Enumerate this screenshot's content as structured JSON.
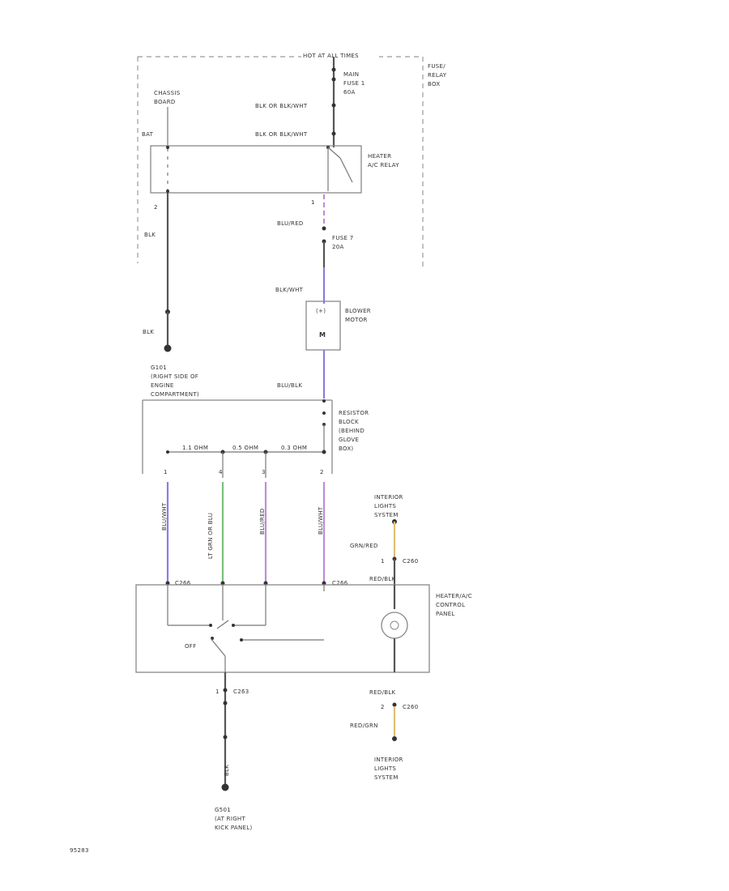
{
  "top": {
    "header": "HOT AT ALL TIMES",
    "fuse_relay_box": [
      "FUSE/",
      "RELAY",
      "BOX"
    ],
    "main_fuse": [
      "MAIN",
      "FUSE 1",
      "60A"
    ],
    "cowl_box_label": [
      "CHASSIS",
      "BOARD"
    ],
    "wire_blk_brown_1": "BLK OR BLK/WHT",
    "wire_blk_brown_2": "BLK OR BLK/WHT",
    "pin_bat": "BAT",
    "heater_relay": [
      "HEATER",
      "A/C RELAY"
    ],
    "pin_relay_left": "2",
    "pin_relay_right": "1",
    "wire_blk": "BLK",
    "wire_blu_red": "BLU/RED",
    "fuse_7": [
      "FUSE 7",
      "20A"
    ],
    "wire_blk_wht": "BLK/WHT",
    "blower_motor": [
      "BLOWER",
      "MOTOR"
    ],
    "blower_m": "M",
    "ground_g101": "BLK",
    "g101_label": [
      "G101",
      "(RIGHT SIDE OF",
      "ENGINE",
      "COMPARTMENT)"
    ],
    "wire_blu_blk": "BLU/BLK",
    "resistor_block": [
      "RESISTOR",
      "BLOCK",
      "(BEHIND",
      "GLOVE",
      "BOX)"
    ],
    "res_1": "1.1 OHM",
    "res_2": "0.5 OHM",
    "res_3": "0.3 OHM"
  },
  "mid": {
    "pin_a": "1",
    "pin_b": "4",
    "pin_c": "3",
    "pin_d": "2",
    "wire_a": "BLU/WHT",
    "wire_b": "LT GRN OR BLU",
    "wire_c": "BLU/RED",
    "wire_d": "BLU/WHT",
    "conn_left": "C266",
    "conn_right": "C266",
    "interior_lights_top": [
      "INTERIOR",
      "LIGHTS",
      "SYSTEM"
    ],
    "wire_orange": "GRN/RED",
    "c260_top": "C260",
    "pin_c260_top": "1",
    "wire_ora_top": "RED/BLK",
    "control_panel": [
      "HEATER/A/C",
      "CONTROL",
      "PANEL"
    ],
    "switch_off": "OFF"
  },
  "bottom": {
    "c263": "C263",
    "pin_c263": "1",
    "wire_blk_bottom": "BLK",
    "g501": [
      "G501",
      "(AT RIGHT",
      "KICK PANEL)"
    ],
    "wire_red_blk": "RED/BLK",
    "c260_bottom": "C260",
    "pin_c260_bottom": "2",
    "wire_red_grn": "RED/GRN",
    "interior_lights_bottom": [
      "INTERIOR",
      "LIGHTS",
      "SYSTEM"
    ],
    "figure_id": "95283"
  },
  "colors": {
    "wire_blue": "#8a7ee0",
    "wire_violet": "#c28bd8",
    "wire_green": "#7cc07c",
    "wire_yellow": "#e0c070",
    "wire_gray": "#555555"
  }
}
